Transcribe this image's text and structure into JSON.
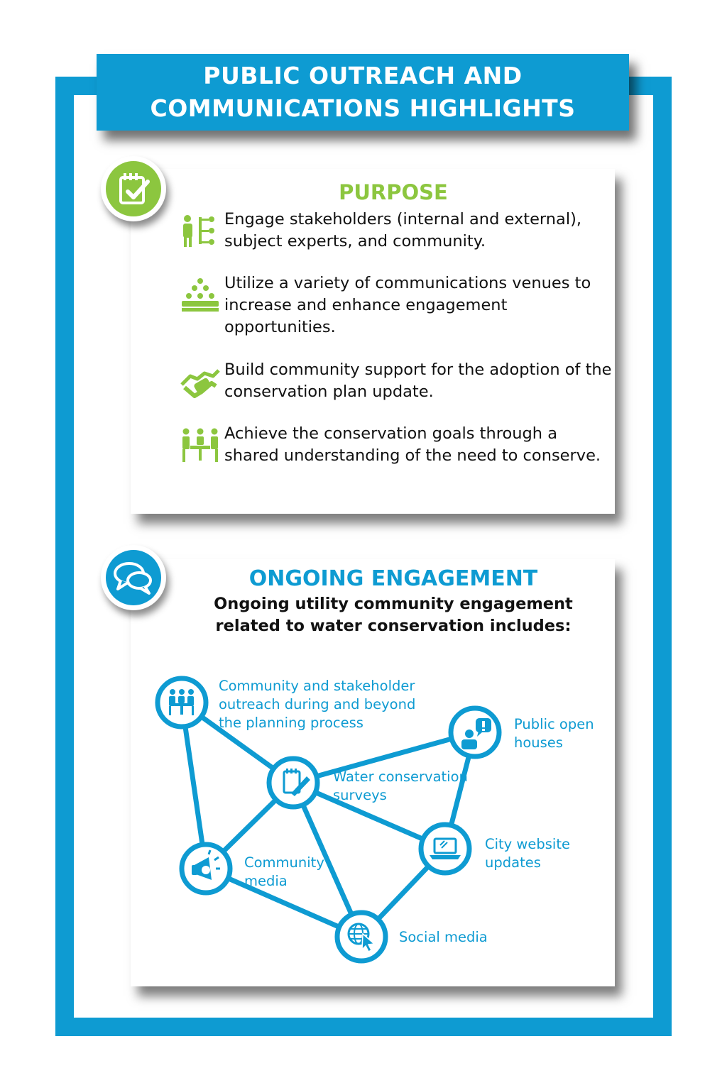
{
  "title": {
    "line1": "PUBLIC OUTREACH AND",
    "line2": "COMMUNICATIONS HIGHLIGHTS"
  },
  "purpose": {
    "heading": "PURPOSE",
    "items": [
      {
        "icon": "org-chart-people-icon",
        "text": "Engage stakeholders (internal and external), subject experts, and community."
      },
      {
        "icon": "audience-group-icon",
        "text": "Utilize a variety of communications venues to increase and enhance engagement opportunities."
      },
      {
        "icon": "handshake-icon",
        "text": "Build community support for the adoption of the conservation plan update."
      },
      {
        "icon": "meeting-table-icon",
        "text": "Achieve the conservation goals through a shared understanding of the need to conserve."
      }
    ]
  },
  "engagement": {
    "heading": "ONGOING ENGAGEMENT",
    "subtitle_line1": "Ongoing utility community engagement",
    "subtitle_line2": "related to water conservation includes:",
    "nodes": [
      {
        "icon": "meeting-table-icon",
        "label_line1": "Community and stakeholder",
        "label_line2": "outreach during and beyond",
        "label_line3": "the planning process"
      },
      {
        "icon": "speech-person-icon",
        "label_line1": "Public open",
        "label_line2": "houses"
      },
      {
        "icon": "survey-clipboard-icon",
        "label_line1": "Water conservation",
        "label_line2": "surveys"
      },
      {
        "icon": "laptop-icon",
        "label_line1": "City website",
        "label_line2": "updates"
      },
      {
        "icon": "megaphone-icon",
        "label_line1": "Community",
        "label_line2": "media"
      },
      {
        "icon": "globe-cursor-icon",
        "label_line1": "Social media"
      }
    ]
  },
  "colors": {
    "primary_blue": "#0e9bd2",
    "accent_green": "#8cc63f"
  }
}
